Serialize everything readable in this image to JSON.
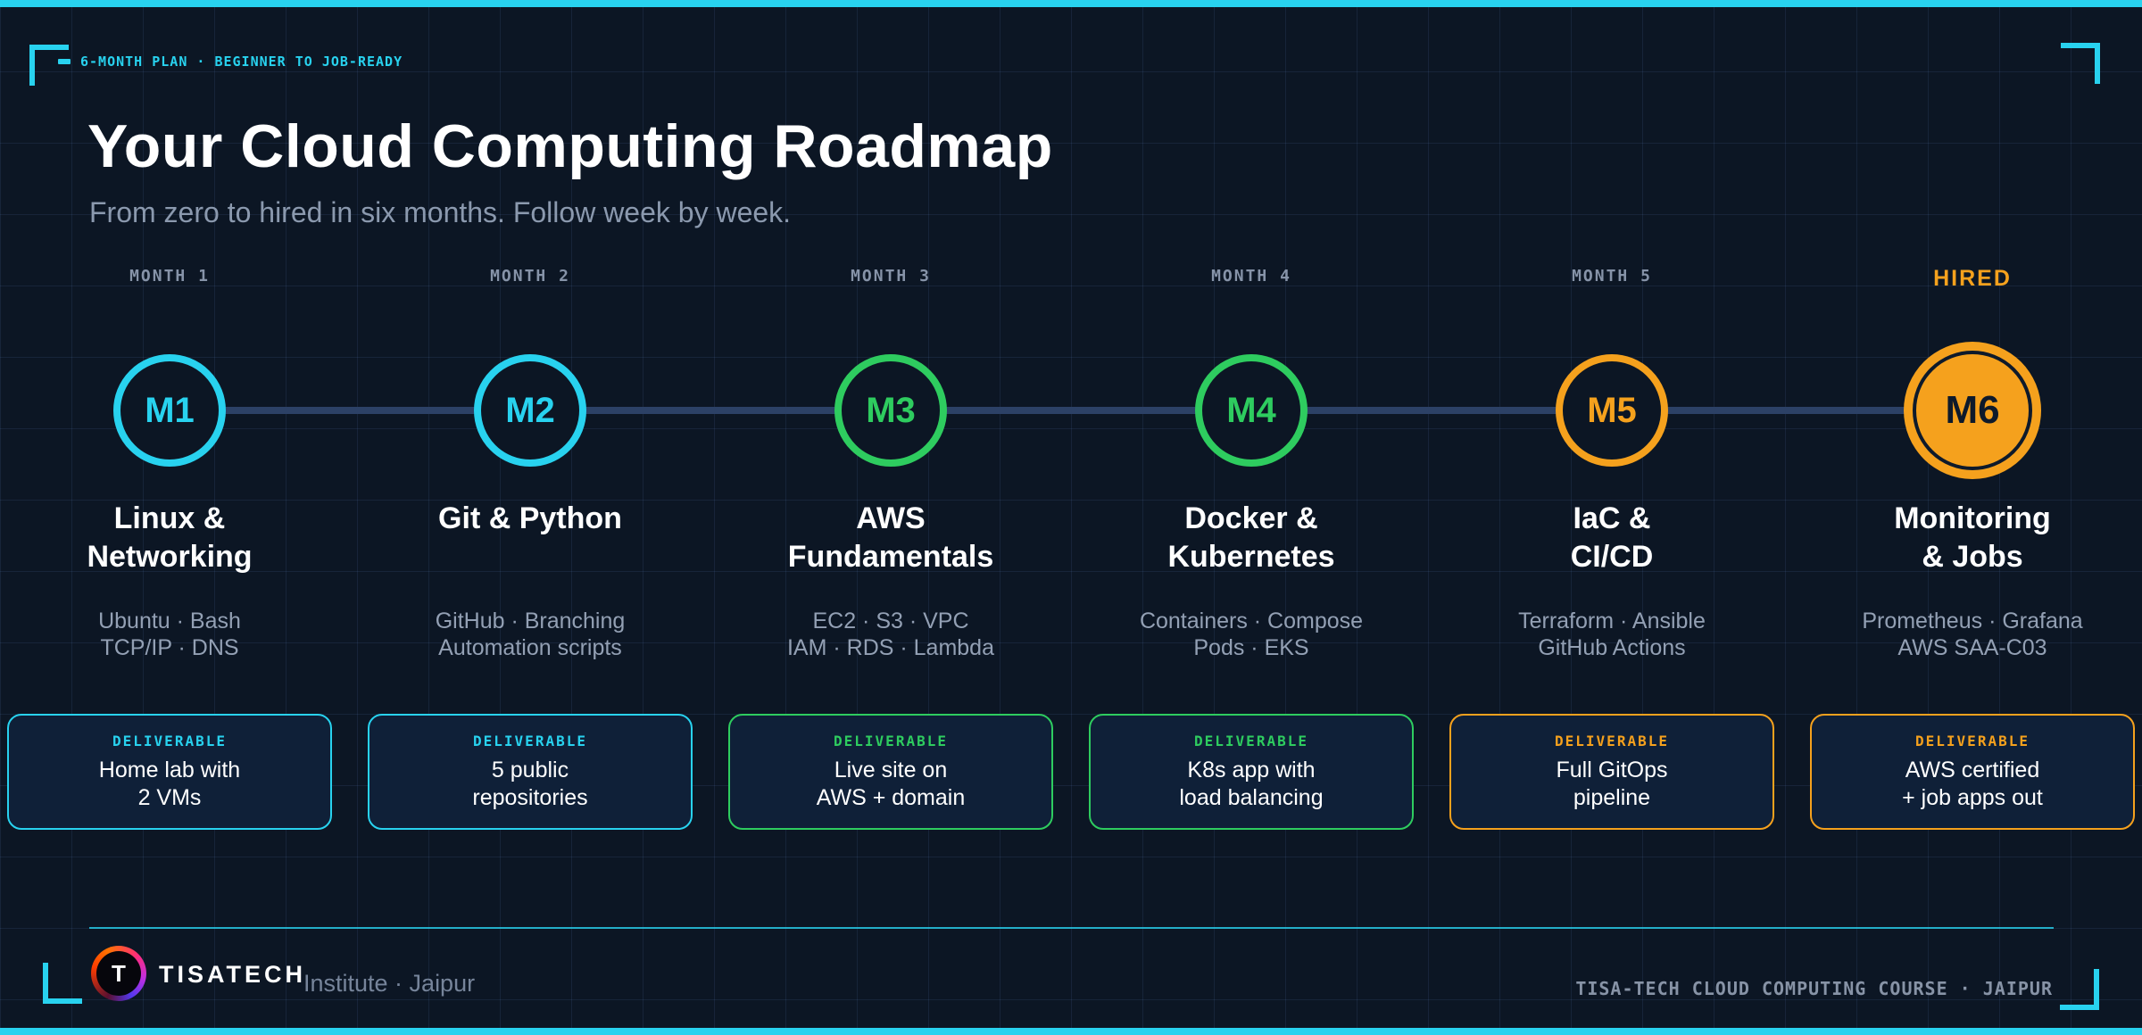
{
  "colors": {
    "background": "#0c1624",
    "accent_cyan": "#28d2ef",
    "accent_green": "#2ecc5f",
    "accent_orange": "#f5a11d",
    "timeline_line": "#2c4166",
    "card_background": "#0f2038",
    "muted_text": "#93a0b4"
  },
  "header": {
    "eyebrow": "6-MONTH PLAN · BEGINNER TO JOB-READY",
    "title": "Your Cloud Computing Roadmap",
    "subtitle": "From zero to hired in six months. Follow week by week."
  },
  "ui": {
    "deliverable_label": "DELIVERABLE"
  },
  "timeline": {
    "months": [
      {
        "label": "MONTH 1",
        "node": "M1",
        "accent": "#28d2ef",
        "title1": "Linux &",
        "title2": "Networking",
        "detail1": "Ubuntu · Bash",
        "detail2": "TCP/IP · DNS",
        "deliverable1": "Home lab with",
        "deliverable2": "2 VMs"
      },
      {
        "label": "MONTH 2",
        "node": "M2",
        "accent": "#28d2ef",
        "title1": "Git & Python",
        "title2": "",
        "detail1": "GitHub · Branching",
        "detail2": "Automation scripts",
        "deliverable1": "5 public",
        "deliverable2": "repositories"
      },
      {
        "label": "MONTH 3",
        "node": "M3",
        "accent": "#2ecc5f",
        "title1": "AWS",
        "title2": "Fundamentals",
        "detail1": "EC2 · S3 · VPC",
        "detail2": "IAM · RDS · Lambda",
        "deliverable1": "Live site on",
        "deliverable2": "AWS + domain"
      },
      {
        "label": "MONTH 4",
        "node": "M4",
        "accent": "#2ecc5f",
        "title1": "Docker &",
        "title2": "Kubernetes",
        "detail1": "Containers · Compose",
        "detail2": "Pods · EKS",
        "deliverable1": "K8s app with",
        "deliverable2": "load balancing"
      },
      {
        "label": "MONTH 5",
        "node": "M5",
        "accent": "#f5a11d",
        "title1": "IaC &",
        "title2": "CI/CD",
        "detail1": "Terraform · Ansible",
        "detail2": "GitHub Actions",
        "deliverable1": "Full GitOps",
        "deliverable2": "pipeline"
      },
      {
        "label": "HIRED",
        "node": "M6",
        "accent": "#f5a11d",
        "title1": "Monitoring",
        "title2": "& Jobs",
        "detail1": "Prometheus · Grafana",
        "detail2": "AWS SAA-C03",
        "deliverable1": "AWS certified",
        "deliverable2": "+ job apps out"
      }
    ]
  },
  "footer": {
    "brand_initial": "T",
    "brand": "TISATECH",
    "location": "Institute · Jaipur",
    "right_text": "TISA-TECH CLOUD COMPUTING COURSE · JAIPUR"
  }
}
